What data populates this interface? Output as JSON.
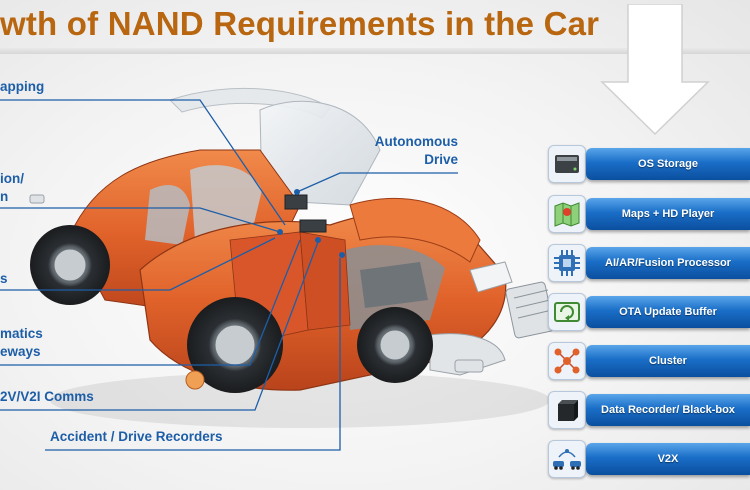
{
  "title": "wth of NAND Requirements in the Car",
  "callouts": {
    "mapping": "apping",
    "navigation_line1": "ion/",
    "navigation_line2": "n",
    "partial": "s",
    "telematics_line1": "matics",
    "telematics_line2": "eways",
    "v2v_comms": "2V/V2I Comms",
    "accident_recorders": "Accident / Drive Recorders",
    "autonomous_line1": "Autonomous",
    "autonomous_line2": "Drive"
  },
  "applications": [
    {
      "label": "OS Storage",
      "icon": "ssd-drive-icon"
    },
    {
      "label": "Maps + HD Player",
      "icon": "map-icon"
    },
    {
      "label": "AI/AR/Fusion Processor",
      "icon": "processor-chip-icon"
    },
    {
      "label": "OTA Update Buffer",
      "icon": "ota-update-icon"
    },
    {
      "label": "Cluster",
      "icon": "network-cluster-icon"
    },
    {
      "label": "Data Recorder/ Black-box",
      "icon": "black-box-icon"
    },
    {
      "label": "V2X",
      "icon": "v2x-cars-icon"
    }
  ],
  "colors": {
    "title": "#b8660f",
    "callout_text": "#1d5ea8",
    "bar_blue": "#1a6ec7",
    "car_orange": "#e0622a"
  }
}
